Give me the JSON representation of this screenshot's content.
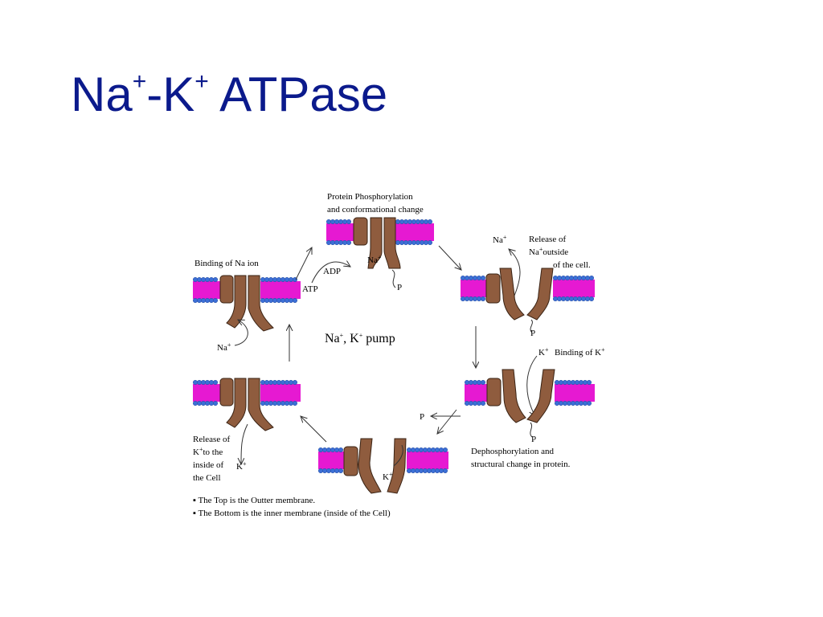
{
  "slide": {
    "title": {
      "base1": "Na",
      "sup1": "+",
      "mid": "-K",
      "sup2": "+",
      "rest": " ATPase"
    }
  },
  "diagram": {
    "center": {
      "text": "Na, K pump",
      "sup_na": "+",
      "sup_k": "+"
    },
    "states": {
      "top": {
        "caption_line1": "Protein Phosphorylation",
        "caption_line2": "and conformational change",
        "ion": "Na",
        "ion_sup": "+",
        "phosphate": "P"
      },
      "top_right": {
        "caption_line1": "Release of",
        "caption_line2": "Na",
        "caption_line2_sup": "+",
        "caption_line2_rest": "outside",
        "caption_line3": "of the cell.",
        "ion": "Na",
        "ion_sup": "+",
        "phosphate": "P"
      },
      "mid_right": {
        "caption": "Binding of K",
        "caption_sup": "+",
        "ion": "K",
        "ion_sup": "+",
        "phosphate": "P",
        "released_phosphate": "P",
        "caption2_line1": "Dephosphorylation and",
        "caption2_line2": "structural change in protein."
      },
      "bottom": {
        "ion": "K",
        "ion_sup": "+"
      },
      "bottom_left": {
        "caption_line1": "Release of",
        "caption_line2": "K",
        "caption_line2_sup": "+",
        "caption_line2_rest": "to the",
        "caption_line3": "inside of",
        "caption_line4": "the Cell",
        "ion": "K",
        "ion_sup": "+"
      },
      "top_left": {
        "caption": "Binding of Na ion",
        "ion": "Na",
        "ion_sup": "+",
        "atp": "ATP",
        "adp": "ADP"
      }
    },
    "notes": [
      "▪ The Top is the Outter membrane.",
      "▪ The Bottom is the inner membrane (inside of the Cell)"
    ],
    "colors": {
      "title": "#0b1a8c",
      "lipid_head": "#3c6fd6",
      "lipid_tail": "#e619d2",
      "protein": "#8f5c3e",
      "protein_outline": "#3a2314"
    }
  }
}
